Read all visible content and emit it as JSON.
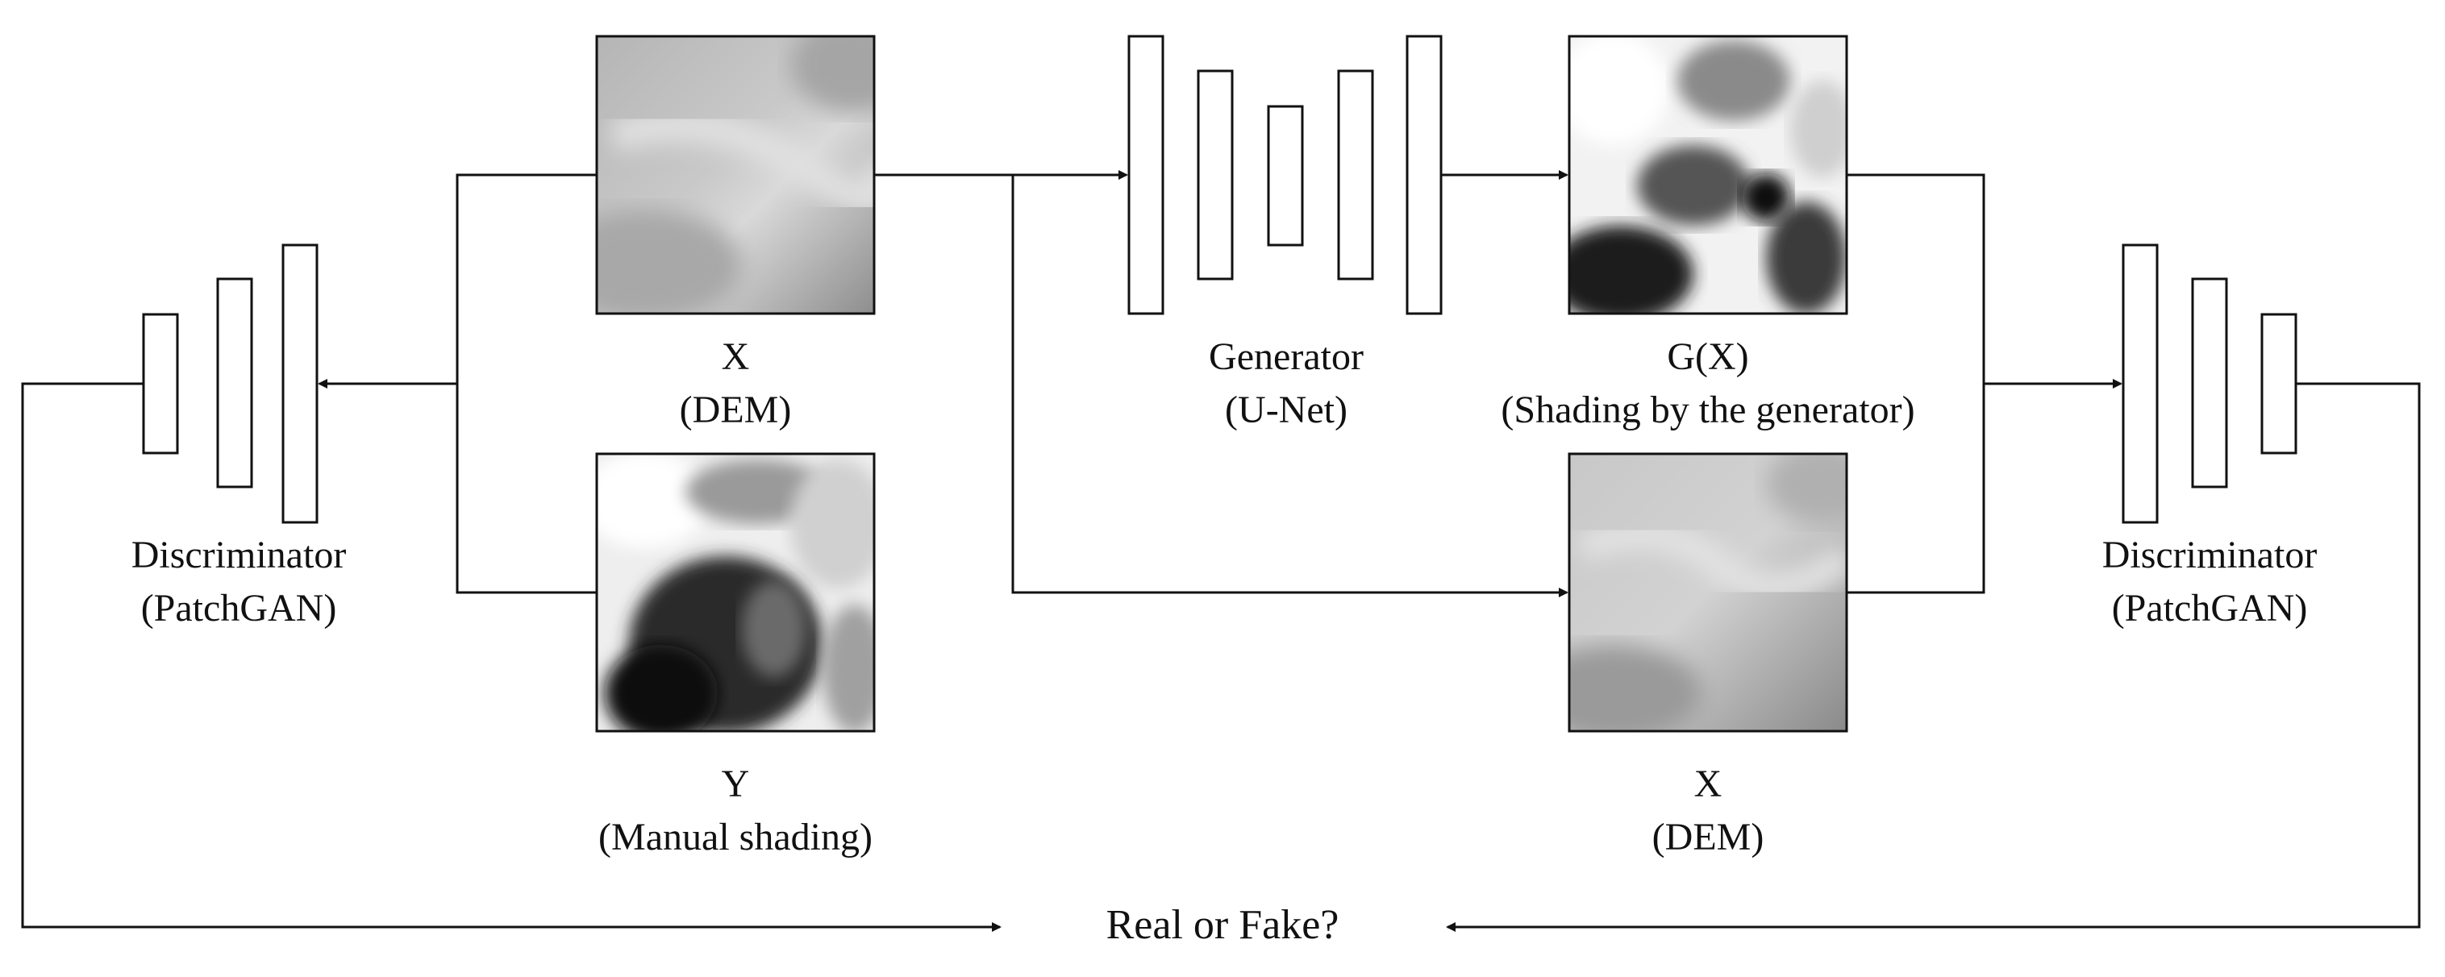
{
  "dem_top": {
    "name": "X",
    "desc": "(DEM)"
  },
  "dem_bottom": {
    "name": "X",
    "desc": "(DEM)"
  },
  "manual": {
    "name": "Y",
    "desc": "(Manual shading)"
  },
  "generator": {
    "name": "Generator",
    "desc": "(U-Net)"
  },
  "generated": {
    "name": "G(X)",
    "desc": "(Shading by the generator)"
  },
  "disc_left": {
    "name": "Discriminator",
    "desc": "(PatchGAN)"
  },
  "disc_right": {
    "name": "Discriminator",
    "desc": "(PatchGAN)"
  },
  "output": {
    "label": "Real or Fake?"
  },
  "colors": {
    "line": "#111111",
    "block_fill": "#ffffff"
  }
}
